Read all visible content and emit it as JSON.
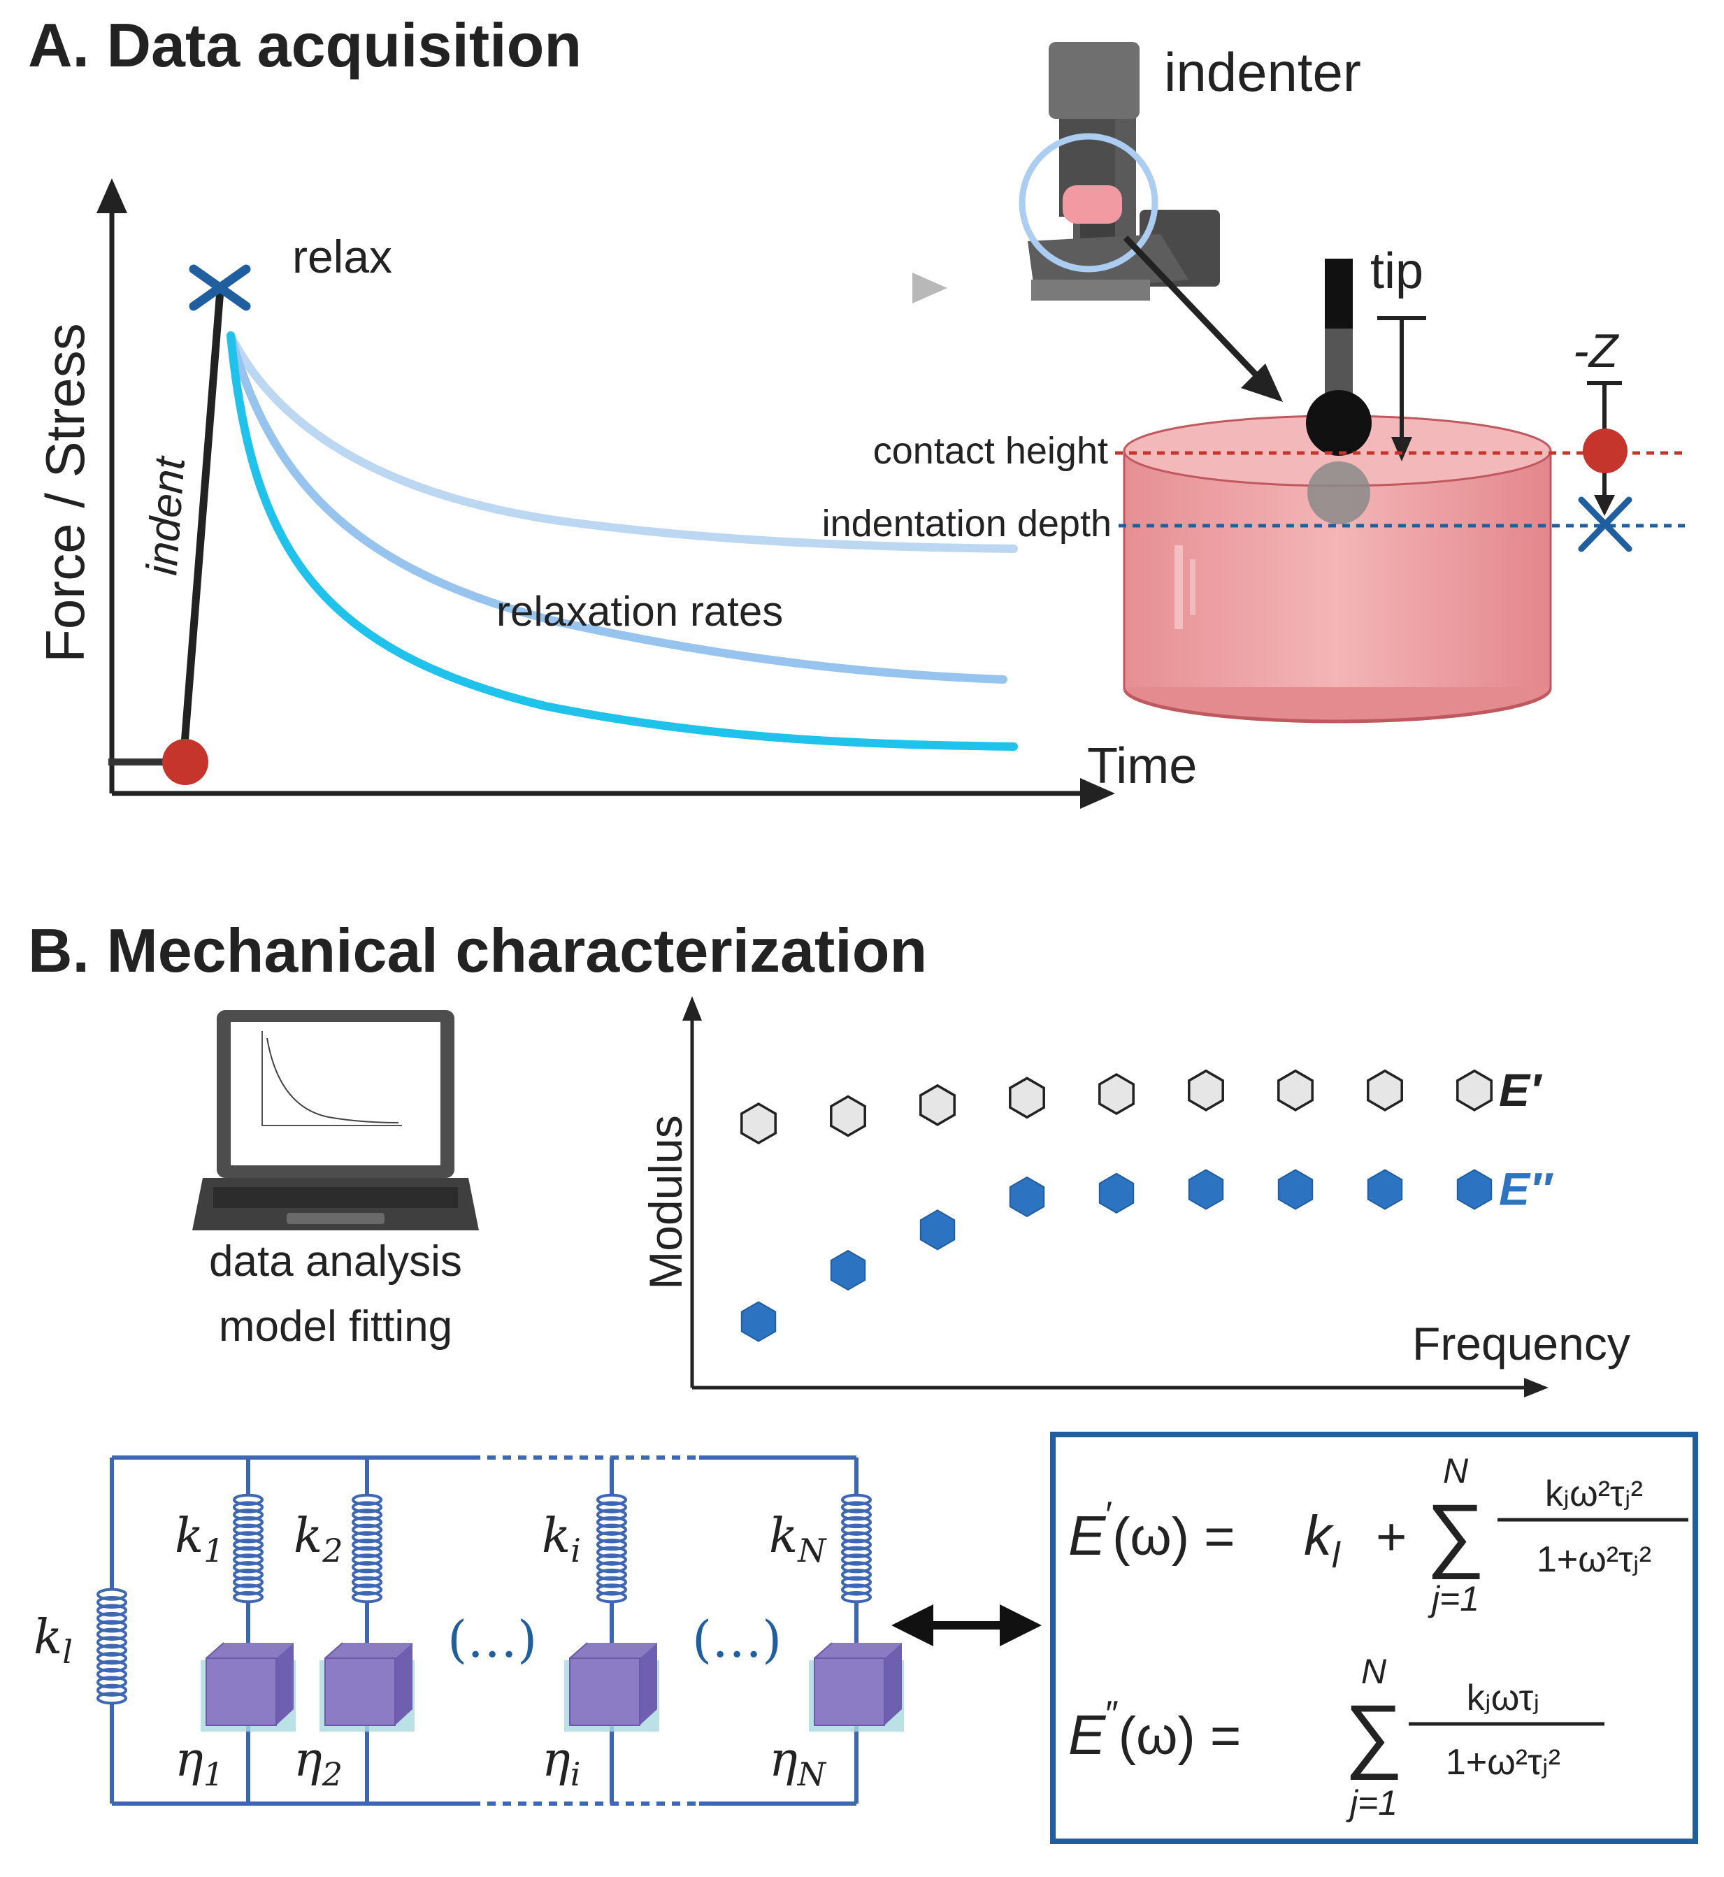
{
  "panel_a": {
    "title": "A. Data acquisition",
    "y_axis_label": "Force / Stress",
    "x_axis_label": "Time",
    "indent_label": "indent",
    "relax_label": "relax",
    "relaxation_label": "relaxation rates",
    "indenter_label": "indenter",
    "tip_label": "tip",
    "neg_z_label": "-Z",
    "contact_label": "contact height",
    "depth_label": "indentation depth",
    "colors": {
      "marker_red": "#c5352b",
      "marker_blue": "#1f5fa0",
      "contact_line": "#c5352b",
      "depth_line": "#1f5fa0",
      "sample": "#eea3a3"
    }
  },
  "panel_b": {
    "title": "B. Mechanical characterization",
    "laptop_caption_1": "data analysis",
    "laptop_caption_2": "model fitting",
    "spring_labels": [
      "k",
      "k",
      "k",
      "k",
      "k"
    ],
    "spring_subscripts": [
      "l",
      "1",
      "2",
      "i",
      "N"
    ],
    "damper_labels": [
      "η",
      "η",
      "η",
      "η"
    ],
    "damper_subscripts": [
      "1",
      "2",
      "i",
      "N"
    ],
    "ellipsis_1": "(…)",
    "ellipsis_2": "(…)",
    "equations": {
      "e1_lhs": "E",
      "e1_prime": "′",
      "e1_arg": "(ω) =",
      "e1_k": "k",
      "e1_k_sub": "l",
      "e1_plus": "+",
      "sum_sign": "∑",
      "sum_top": "N",
      "sum_bottom": "j=1",
      "e1_num": "kⱼω²τⱼ²",
      "e1_den": "1+ω²τⱼ²",
      "e2_lhs": "E",
      "e2_prime": "″",
      "e2_arg": "(ω) =",
      "e2_num": "kⱼωτⱼ",
      "e2_den": "1+ω²τⱼ²"
    }
  },
  "chart_data": {
    "type": "scatter",
    "title": "",
    "xlabel": "Frequency",
    "ylabel": "Modulus",
    "x": [
      1,
      2,
      3,
      4,
      5,
      6,
      7,
      8,
      9
    ],
    "series": [
      {
        "name": "E′",
        "values": [
          0.72,
          0.74,
          0.77,
          0.79,
          0.8,
          0.81,
          0.81,
          0.81,
          0.81
        ],
        "color": "#e6e6e6"
      },
      {
        "name": "E″",
        "values": [
          0.18,
          0.32,
          0.43,
          0.52,
          0.53,
          0.54,
          0.54,
          0.54,
          0.54
        ],
        "color": "#2c74c1"
      }
    ],
    "ylim": [
      0,
      1
    ],
    "grid": false,
    "legend": "right"
  }
}
